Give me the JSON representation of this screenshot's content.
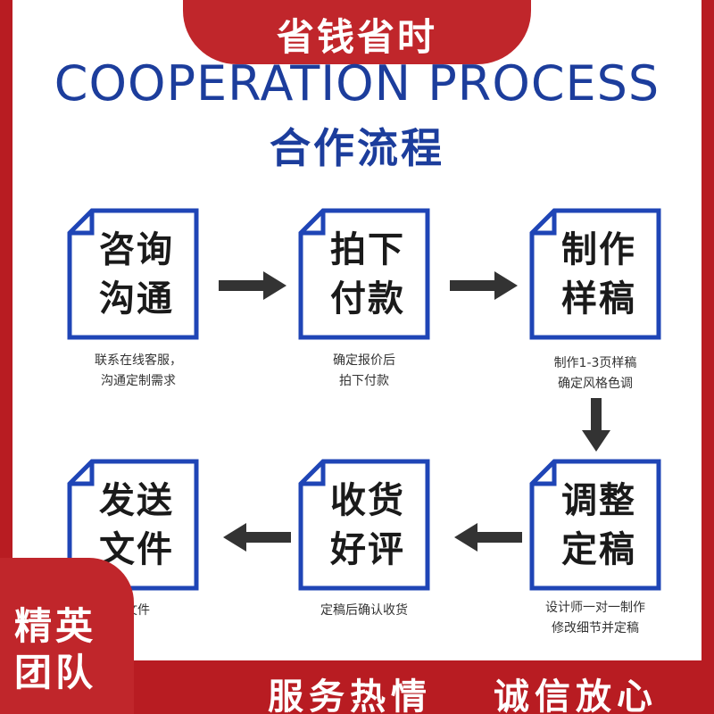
{
  "banner": {
    "top_tab": "省钱省时",
    "title_en": "COOPERATION PROCESS",
    "title_zh": "合作流程"
  },
  "steps": [
    {
      "line1": "咨询",
      "line2": "沟通",
      "caption1": "联系在线客服，",
      "caption2": "沟通定制需求"
    },
    {
      "line1": "拍下",
      "line2": "付款",
      "caption1": "确定报价后",
      "caption2": "拍下付款"
    },
    {
      "line1": "制作",
      "line2": "样稿",
      "caption1": "制作1-3页样稿",
      "caption2": "确定风格色调"
    },
    {
      "line1": "调整",
      "line2": "定稿",
      "caption1": "设计师一对一制作",
      "caption2": "修改细节并定稿"
    },
    {
      "line1": "收货",
      "line2": "好评",
      "caption1": "定稿后确认收货",
      "caption2": ""
    },
    {
      "line1": "发送",
      "line2": "文件",
      "caption1": "文件",
      "caption2": ""
    }
  ],
  "badge": {
    "line1": "精英",
    "line2": "团队"
  },
  "footer": {
    "slogan1": "服务热情",
    "slogan2": "诚信放心"
  },
  "colors": {
    "brand_red": "#c0262b",
    "background_red": "#b81c22",
    "title_blue": "#1c3d9c",
    "box_blue": "#1f45b6",
    "arrow_dark": "#333333"
  }
}
